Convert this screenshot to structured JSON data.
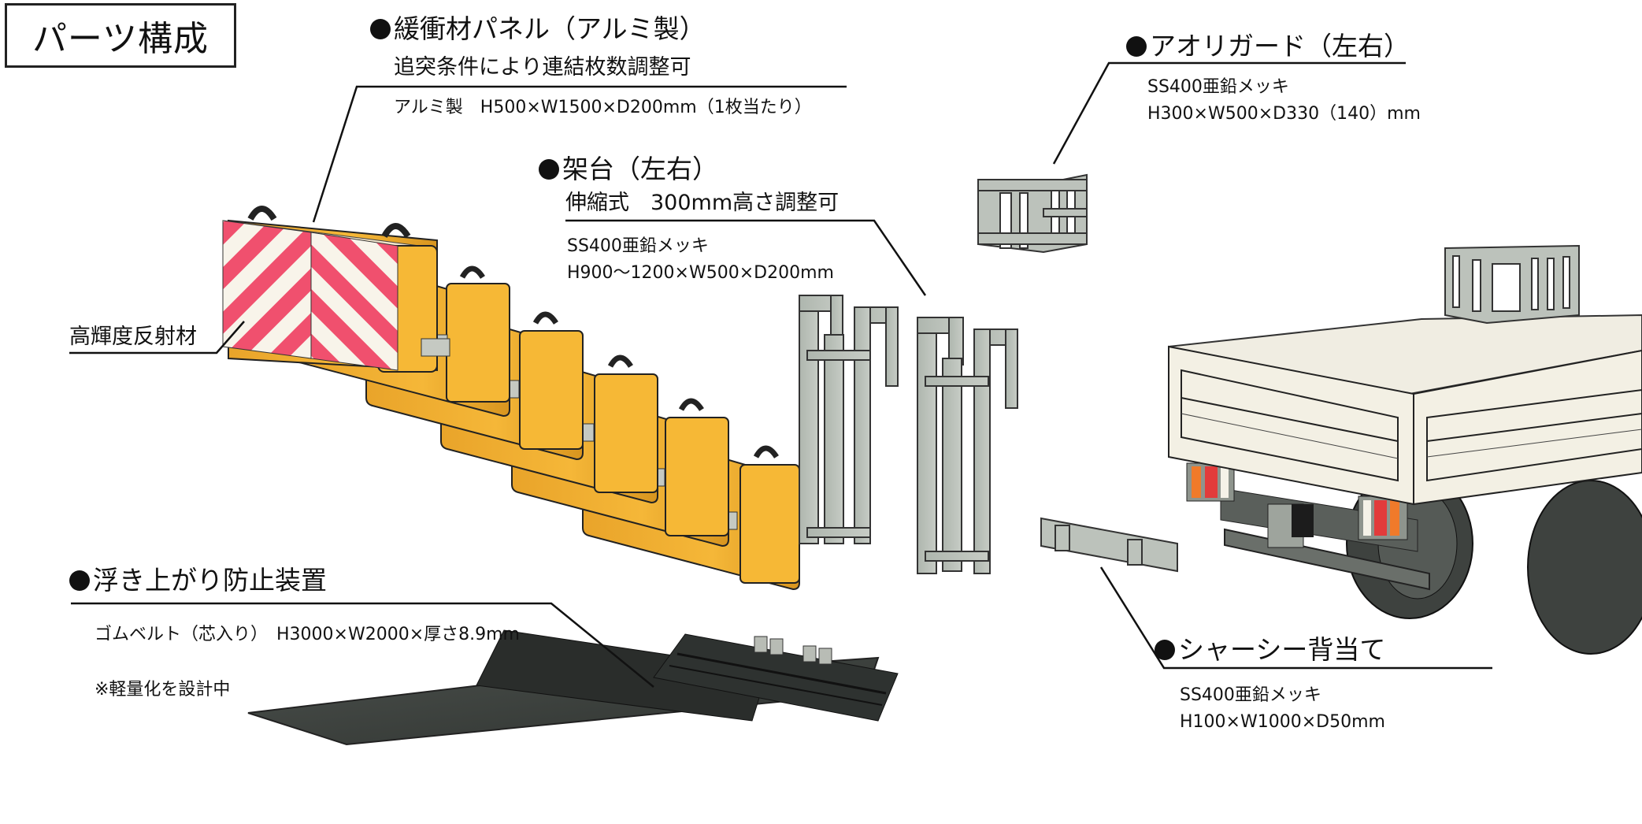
{
  "page_title": "パーツ構成",
  "parts": {
    "cushion_panel": {
      "name": "緩衝材パネル（アルミ製）",
      "subtitle": "追突条件により連結枚数調整可",
      "spec": "アルミ製　H500×W1500×D200mm（1枚当たり）",
      "reflector_label": "高輝度反射材",
      "panel_count": 6
    },
    "frame": {
      "name": "架台（左右）",
      "subtitle": "伸縮式　300mm高さ調整可",
      "material": "SS400亜鉛メッキ",
      "spec": "H900〜1200×W500×D200mm"
    },
    "aori_guard": {
      "name": "アオリガード（左右）",
      "material": "SS400亜鉛メッキ",
      "spec": "H300×W500×D330（140）mm"
    },
    "lift_prevention": {
      "name": "浮き上がり防止装置",
      "spec": "ゴムベルト（芯入り）　H3000×W2000×厚さ8.9mm",
      "note": "※軽量化を設計中"
    },
    "chassis_backstop": {
      "name": "シャーシー背当て",
      "material": "SS400亜鉛メッキ",
      "spec": "H100×W1000×D50mm"
    }
  },
  "colors": {
    "panel_orange": "#f5b335",
    "reflector_red": "#f0506e",
    "reflector_white": "#f8f4ea",
    "steel_gray": "#b7bdb5",
    "truck_body": "#f3f0e4",
    "rubber_dark": "#3c403d",
    "line": "#111111"
  }
}
